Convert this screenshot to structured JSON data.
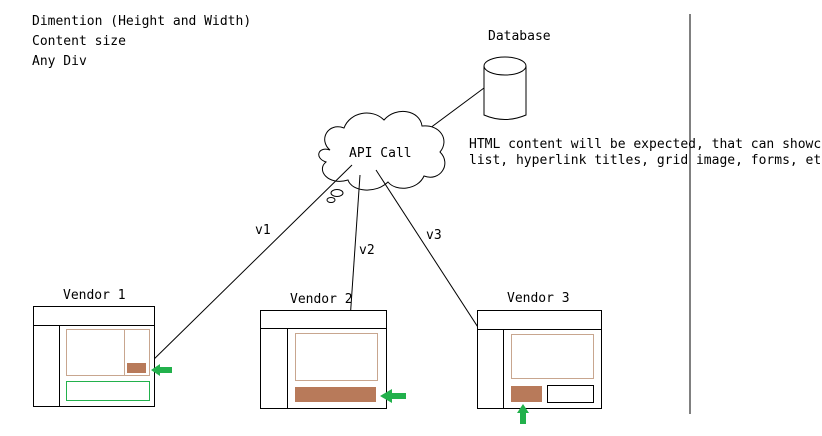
{
  "notes": {
    "line1": "Dimention (Height and Width)",
    "line2": "Content size",
    "line3": "Any Div"
  },
  "database": {
    "label": "Database"
  },
  "api": {
    "label": "API Call"
  },
  "description": {
    "line1": "HTML content will be expected, that can showcase",
    "line2": "list, hyperlink titles, grid image, forms, etc"
  },
  "connections": [
    {
      "label": "v1"
    },
    {
      "label": "v2"
    },
    {
      "label": "v3"
    }
  ],
  "vendors": [
    {
      "label": "Vendor 1"
    },
    {
      "label": "Vendor 2"
    },
    {
      "label": "Vendor 3"
    }
  ],
  "colors": {
    "content_box_border": "#c8a68f",
    "highlight_fill": "#b87a5a",
    "arrow": "#22b14c",
    "footer_box_border": "#22b14c"
  }
}
